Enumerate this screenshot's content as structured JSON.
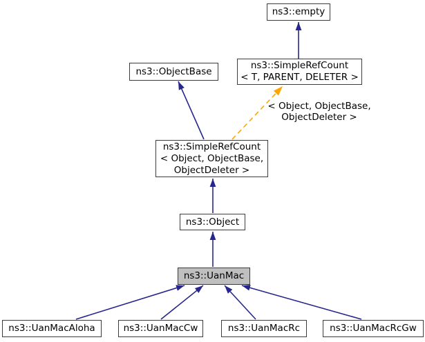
{
  "colors": {
    "background": "#ffffff",
    "node_border": "#3a3a3a",
    "node_fill": "#ffffff",
    "highlight_node_fill": "#bfbfbf",
    "inheritance_edge": "#26268c",
    "template_edge": "#ffa500",
    "text": "#000000"
  },
  "diagram_type": "doxygen-inheritance-graph",
  "highlighted_node": "ns3::UanMac",
  "nodes": {
    "empty": {
      "lines": [
        "ns3::empty"
      ]
    },
    "simple_ref_count_generic": {
      "lines": [
        "ns3::SimpleRefCount",
        "< T, PARENT, DELETER >"
      ]
    },
    "object_base": {
      "lines": [
        "ns3::ObjectBase"
      ]
    },
    "simple_ref_count_object": {
      "lines": [
        "ns3::SimpleRefCount",
        "< Object, ObjectBase,",
        "ObjectDeleter >"
      ]
    },
    "object": {
      "lines": [
        "ns3::Object"
      ]
    },
    "uan_mac": {
      "lines": [
        "ns3::UanMac"
      ]
    },
    "uan_mac_aloha": {
      "lines": [
        "ns3::UanMacAloha"
      ]
    },
    "uan_mac_cw": {
      "lines": [
        "ns3::UanMacCw"
      ]
    },
    "uan_mac_rc": {
      "lines": [
        "ns3::UanMacRc"
      ]
    },
    "uan_mac_rcgw": {
      "lines": [
        "ns3::UanMacRcGw"
      ]
    }
  },
  "edge_label": {
    "lines": [
      "< Object, ObjectBase,",
      "ObjectDeleter >"
    ]
  }
}
